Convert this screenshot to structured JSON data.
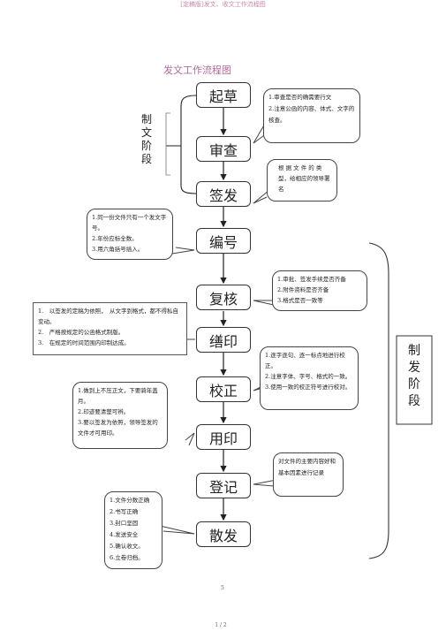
{
  "header": "[定稿版]发文、收文工作流程图",
  "title": "发文工作流程图",
  "steps": [
    "起草",
    "审查",
    "签发",
    "编号",
    "复核",
    "缮印",
    "校正",
    "用印",
    "登记",
    "散发"
  ],
  "stages": {
    "stage1": "制文阶段",
    "stage2": "制发阶段"
  },
  "notes": {
    "review": [
      "1.审查是否的确需要行文",
      "2.注意公函的内容、体式、文字的核查。"
    ],
    "sign": [
      "根 据 文 件 的 类 型，给相应的领导署名"
    ],
    "number": [
      "1.同一份文件只有一个发文字号。",
      "2.年份应标全数。",
      "3.用六角括号插入。"
    ],
    "recheck": [
      "1.审批、签发手续是否齐备",
      "2.附件资料是否齐备",
      "3.格式是否一致等"
    ],
    "print": [
      "1.　以签发的定稿为依照，　从文字到格式，都不得私自变动。",
      "2.　严格按规定的公函格式制版。",
      "3.　在规定的时间范围内印制达成。"
    ],
    "proof": [
      "1.逐字逐句、逐一标点地进行校正。",
      "2.注意字体、字号、格式的一致。",
      "3.使用一致的校正符号进行校对。"
    ],
    "seal": [
      "1.做到上不压正文，下要骑年盖月。",
      "2.印迹要清楚可辨。",
      "3.要以签发为依照，领导签发的文件才可用印。"
    ],
    "register": [
      "对文件的主要内容好和基本因素进行记录"
    ],
    "distribute": [
      "1.文件分数正确",
      "2.书写正确",
      "3.封口坚固",
      "4.发送安全",
      "5.确认收文。",
      "6.立卷归档。"
    ]
  },
  "page_number": "5",
  "page_footer": "1 / 2"
}
